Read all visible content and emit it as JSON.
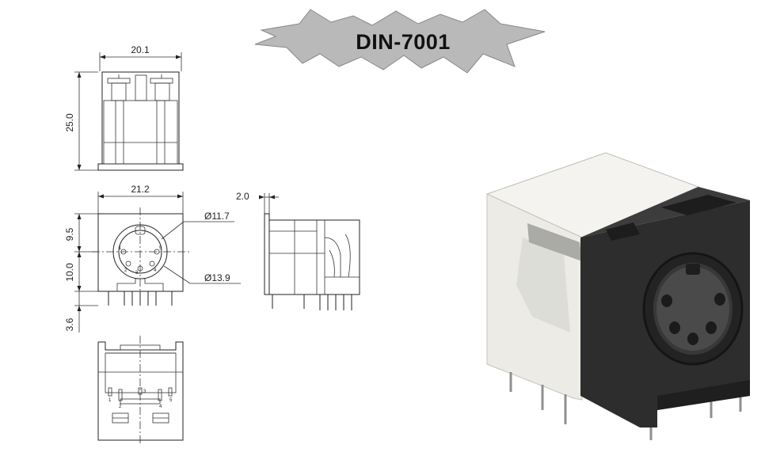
{
  "banner": {
    "title": "DIN-7001",
    "fill": "#b9b9b9"
  },
  "dimensions": {
    "top_width": "20.1",
    "top_height": "25.0",
    "front_width": "21.2",
    "upper_height": "9.5",
    "lower_height": "10.0",
    "pin_length": "3.6",
    "side_offset": "2.0",
    "inner_diameter": "Ø11.7",
    "outer_diameter": "Ø13.9"
  },
  "pins": {
    "front": [
      "1",
      "2",
      "3",
      "4",
      "5"
    ],
    "bottom": [
      "1",
      "2",
      "3",
      "4",
      "5"
    ]
  },
  "photo": {
    "body_color": "#2d2d2d",
    "cover_color": "#ecebe6"
  }
}
